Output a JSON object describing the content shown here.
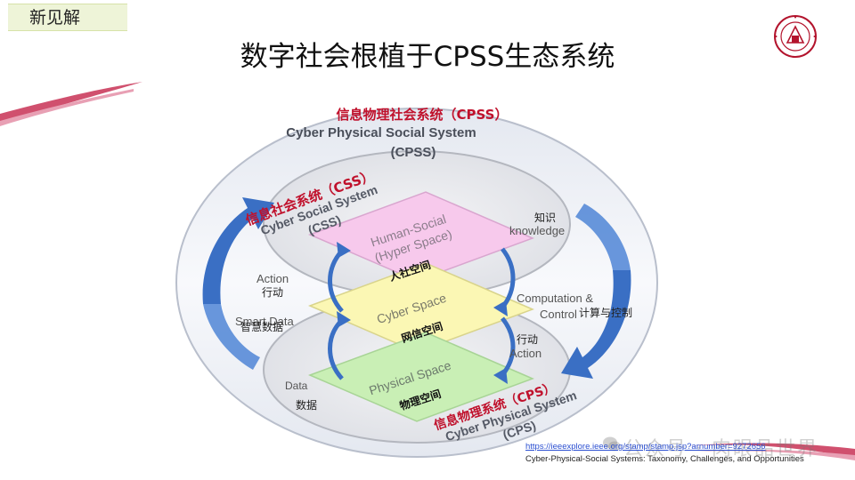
{
  "header": {
    "tag": "新见解",
    "title": "数字社会根植于CPSS生态系统"
  },
  "colors": {
    "accent_red": "#c0112c",
    "swoosh": "#d0506e",
    "arrow_blue": "#3a6fc4",
    "pink_layer": "#f7c9ec",
    "yellow_layer": "#fbf7b4",
    "green_layer": "#c9efb5"
  },
  "diagram": {
    "cpss_cn": "信息物理社会系统（CPSS）",
    "cpss_en_line1": "Cyber Physical Social System",
    "cpss_en_line2": "(CPSS)",
    "css_cn": "信息社会系统（CSS）",
    "css_en_line1": "Cyber Social System",
    "css_en_line2": "(CSS)",
    "cps_cn": "信息物理系统（CPS）",
    "cps_en_line1": "Cyber Physical System",
    "cps_en_line2": "(CPS)",
    "human_social_line1": "Human-Social",
    "human_social_line2": "(Hyper Space)",
    "human_social_cn": "人社空间",
    "cyber_space": "Cyber Space",
    "cyber_space_cn": "网信空间",
    "physical_space": "Physical Space",
    "physical_space_cn": "物理空间",
    "knowledge_cn": "知识",
    "knowledge_en": "knowledge",
    "computation_en_line1": "Computation &",
    "computation_en_line2": "Control",
    "computation_cn": "计算与控制",
    "action_en_left": "Action",
    "action_cn_left": "行动",
    "smart_data_en": "Smart Data",
    "smart_data_cn": "智慧数据",
    "action_cn_right": "行动",
    "action_en_right": "Action",
    "data_en": "Data",
    "data_cn": "数据"
  },
  "footer": {
    "link": "https://ieeexplore.ieee.org/stamp/stamp.jsp?arnumber=9272656",
    "caption": "Cyber-Physical-Social Systems: Taxonomy, Challenges, and Opportunities",
    "watermark": "公众号 · 肉眼品世界"
  }
}
